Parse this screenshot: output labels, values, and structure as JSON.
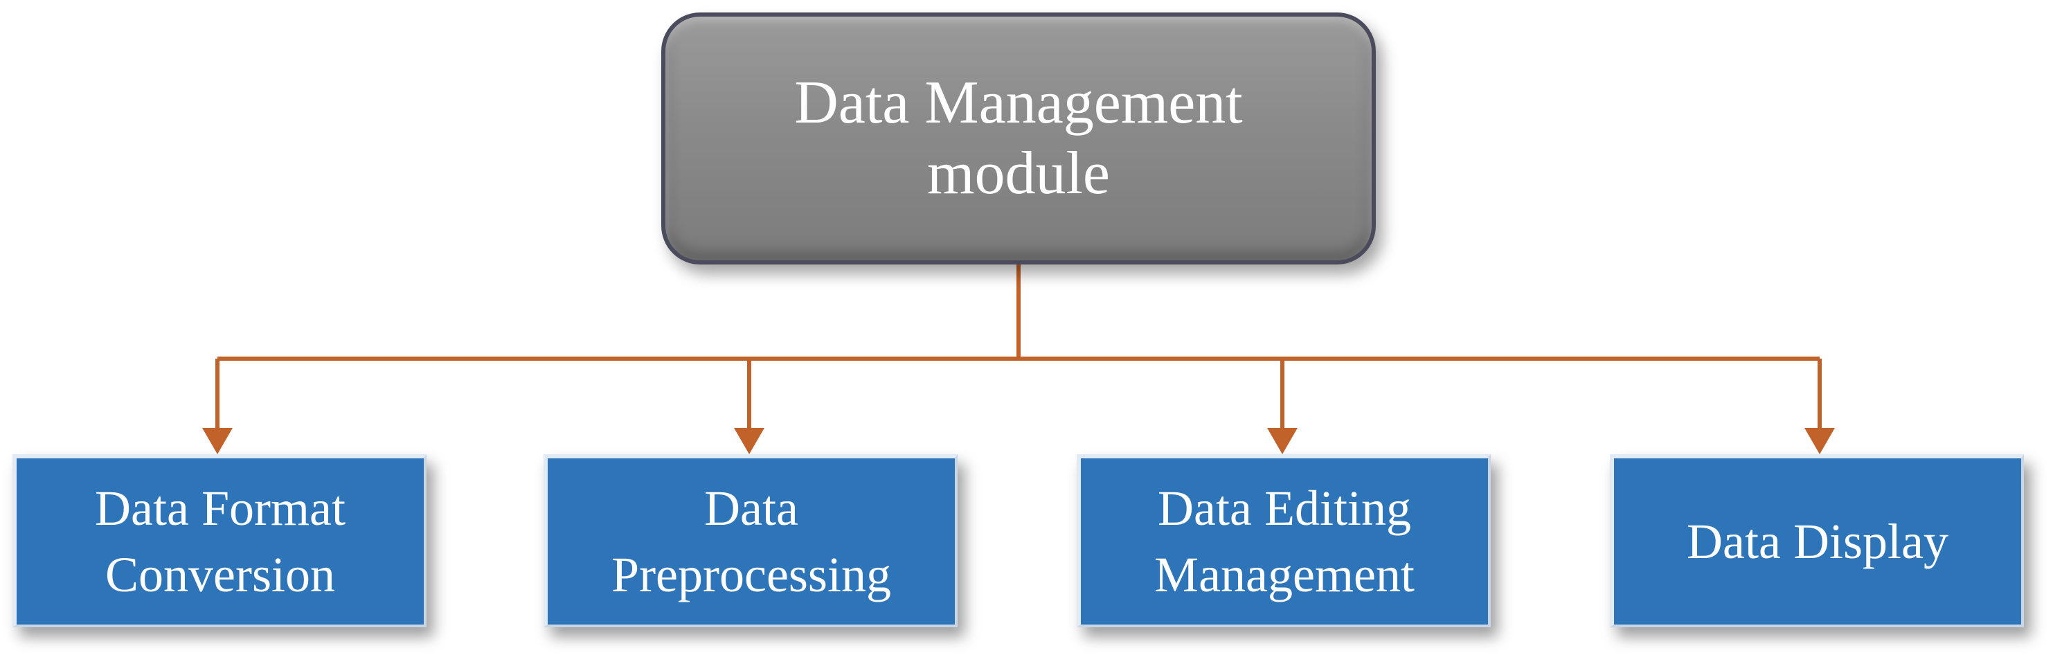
{
  "diagram": {
    "type": "hierarchy",
    "root": {
      "label": "Data Management module"
    },
    "children": [
      {
        "label": "Data Format Conversion"
      },
      {
        "label": "Data Preprocessing"
      },
      {
        "label": "Data Editing Management"
      },
      {
        "label": "Data Display"
      }
    ],
    "colors": {
      "root_fill": "#8a8a8a",
      "root_border": "#4a4c5e",
      "child_fill": "#2e74b9",
      "connector": "#c0622a",
      "text": "#ffffff"
    }
  }
}
